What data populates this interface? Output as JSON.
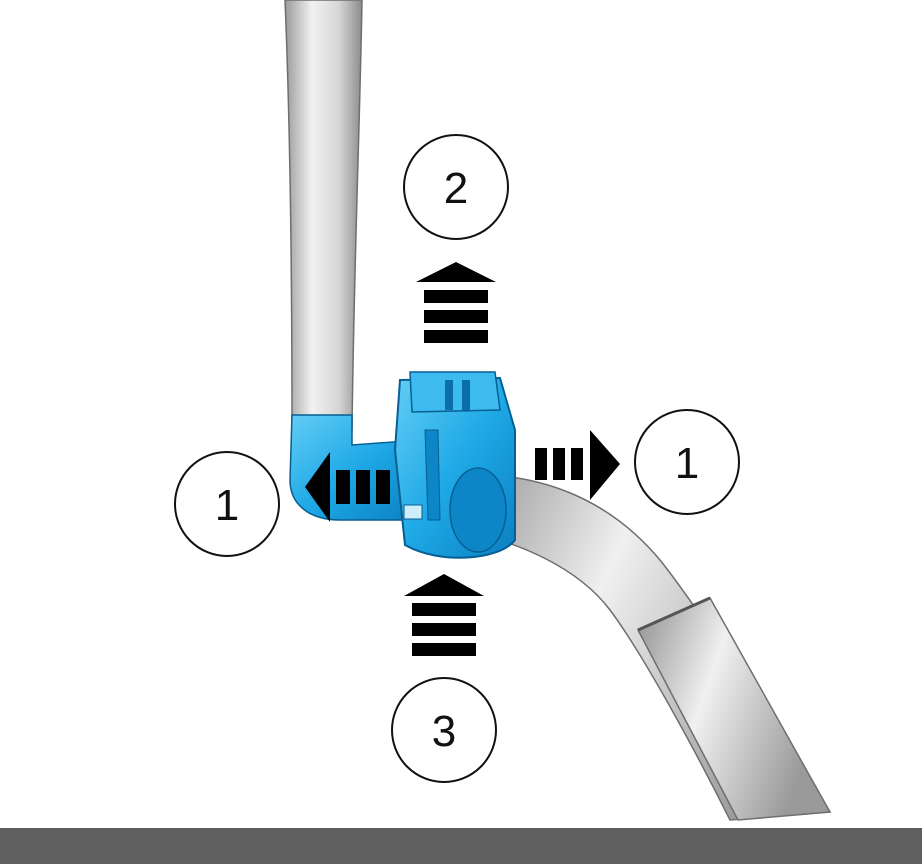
{
  "callouts": {
    "left": "1",
    "right": "1",
    "top": "2",
    "bottom": "3"
  },
  "colors": {
    "connector": "#1fa9e6",
    "hose": "#cfcfcf",
    "arrow": "#000000",
    "footer_bar": "#5f5f5f"
  }
}
